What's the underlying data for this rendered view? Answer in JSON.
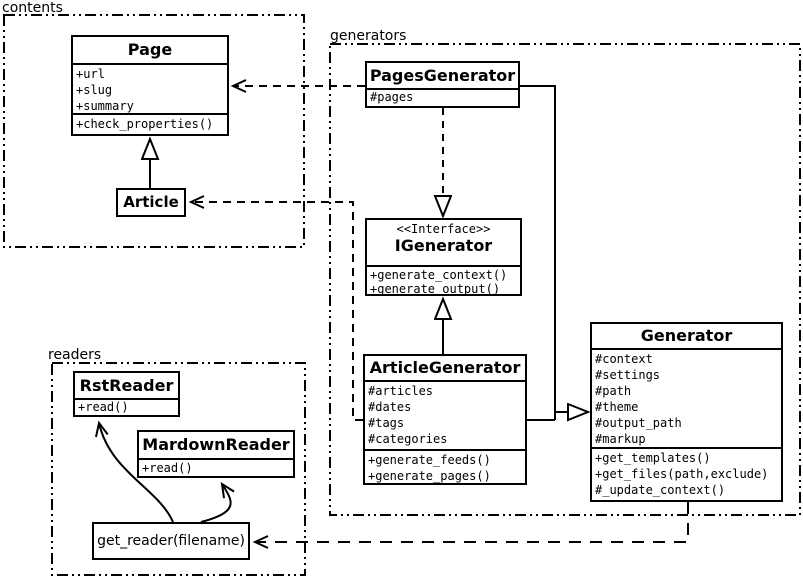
{
  "diagram_type": "uml-class-diagram",
  "colors": {
    "line": "#000000",
    "background": "#ffffff",
    "text": "#000000"
  },
  "packages": {
    "contents": {
      "label": "contents",
      "classes": {
        "page": {
          "name": "Page",
          "attributes": [
            "+url",
            "+slug",
            "+summary"
          ],
          "methods": [
            "+check_properties()"
          ]
        },
        "article": {
          "name": "Article"
        }
      }
    },
    "generators": {
      "label": "generators",
      "classes": {
        "pages_generator": {
          "name": "PagesGenerator",
          "attributes": [
            "#pages"
          ]
        },
        "igenerator": {
          "stereotype": "<<Interface>>",
          "name": "IGenerator",
          "methods": [
            "+generate_context()",
            "+generate_output()"
          ]
        },
        "article_generator": {
          "name": "ArticleGenerator",
          "attributes": [
            "#articles",
            "#dates",
            "#tags",
            "#categories"
          ],
          "methods": [
            "+generate_feeds()",
            "+generate_pages()"
          ]
        },
        "generator": {
          "name": "Generator",
          "attributes": [
            "#context",
            "#settings",
            "#path",
            "#theme",
            "#output_path",
            "#markup"
          ],
          "methods": [
            "+get_templates()",
            "+get_files(path,exclude)",
            "#_update_context()"
          ]
        }
      }
    },
    "readers": {
      "label": "readers",
      "classes": {
        "rst_reader": {
          "name": "RstReader",
          "methods": [
            "+read()"
          ]
        },
        "mardown_reader": {
          "name": "MardownReader",
          "methods": [
            "+read()"
          ]
        },
        "get_reader": {
          "name": "get_reader(filename)"
        }
      }
    }
  },
  "relationships": [
    {
      "from": "Article",
      "to": "Page",
      "type": "generalization"
    },
    {
      "from": "PagesGenerator",
      "to": "Page",
      "type": "dependency"
    },
    {
      "from": "ArticleGenerator",
      "to": "Article",
      "type": "dependency"
    },
    {
      "from": "PagesGenerator",
      "to": "IGenerator",
      "type": "realization"
    },
    {
      "from": "ArticleGenerator",
      "to": "IGenerator",
      "type": "generalization"
    },
    {
      "from": "PagesGenerator",
      "to": "Generator",
      "type": "generalization"
    },
    {
      "from": "ArticleGenerator",
      "to": "Generator",
      "type": "generalization"
    },
    {
      "from": "Generator",
      "to": "get_reader(filename)",
      "type": "dependency"
    },
    {
      "from": "get_reader(filename)",
      "to": "RstReader",
      "type": "arrow"
    },
    {
      "from": "get_reader(filename)",
      "to": "MardownReader",
      "type": "arrow"
    }
  ]
}
